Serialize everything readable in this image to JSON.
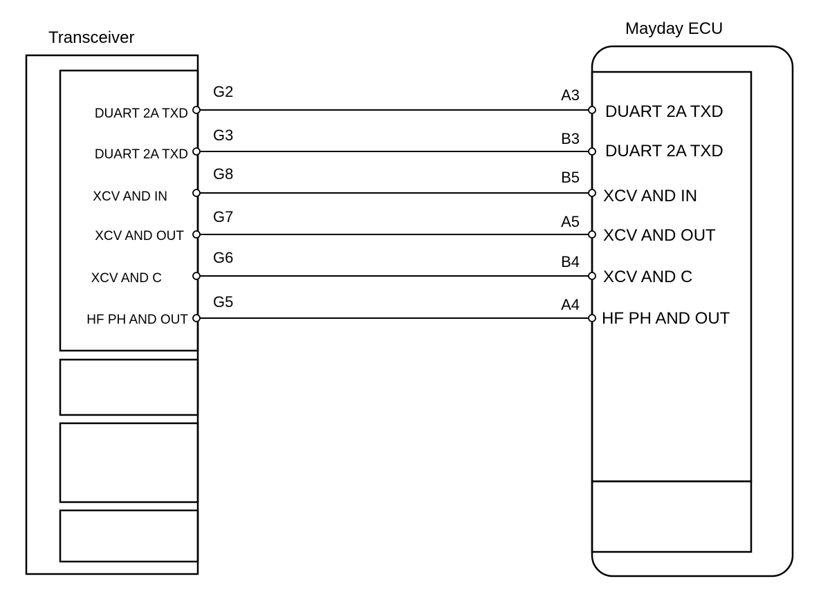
{
  "transceiver": {
    "title": "Transceiver",
    "pins": [
      "DUART 2A TXD",
      "DUART 2A TXD",
      "XCV AND IN",
      "XCV AND OUT",
      "XCV AND C",
      "HF PH AND OUT"
    ]
  },
  "ecu": {
    "title": "Mayday ECU",
    "pins": [
      "DUART 2A TXD",
      "DUART 2A TXD",
      "XCV AND IN",
      "XCV AND OUT",
      "XCV AND C",
      "HF PH AND OUT"
    ]
  },
  "wires": [
    {
      "from_pin": "G2",
      "to_pin": "A3"
    },
    {
      "from_pin": "G3",
      "to_pin": "B3"
    },
    {
      "from_pin": "G8",
      "to_pin": "B5"
    },
    {
      "from_pin": "G7",
      "to_pin": "A5"
    },
    {
      "from_pin": "G6",
      "to_pin": "B4"
    },
    {
      "from_pin": "G5",
      "to_pin": "A4"
    }
  ]
}
